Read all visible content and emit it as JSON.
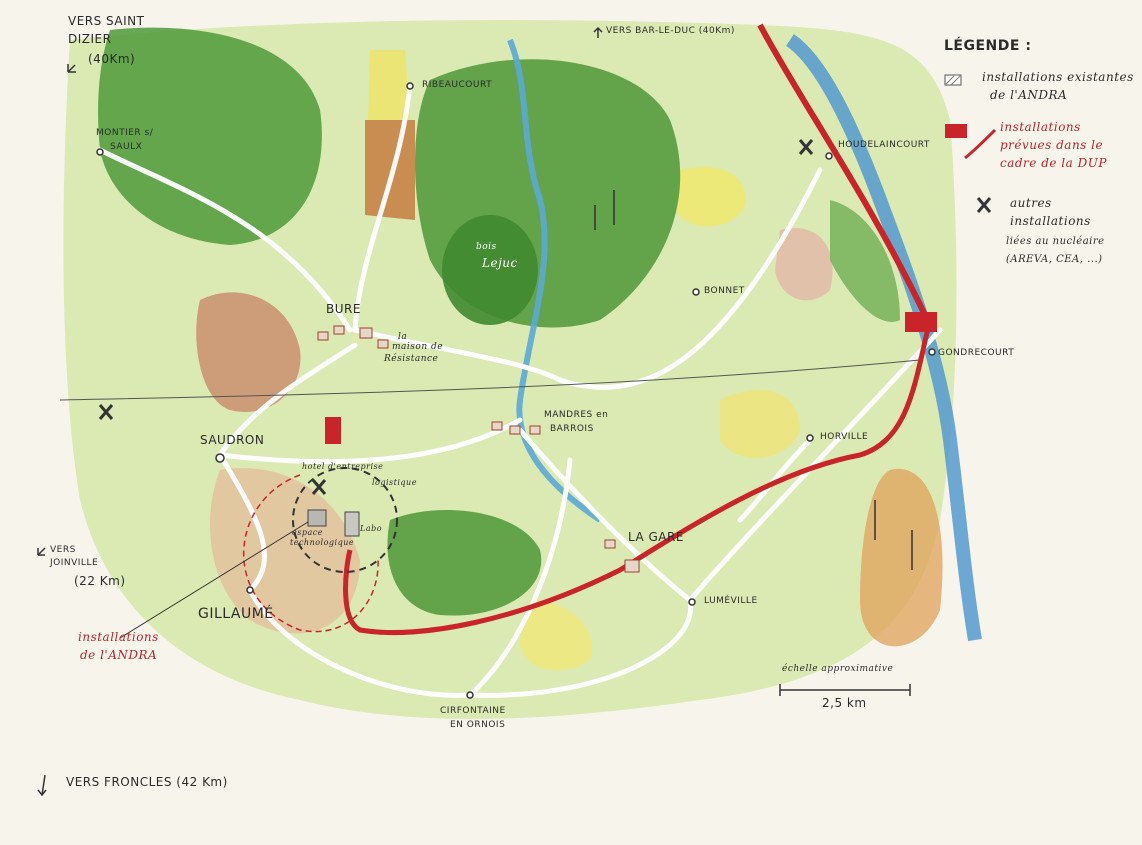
{
  "directions": {
    "saint_dizier_1": "VERS SAINT",
    "saint_dizier_2": "DIZIER",
    "saint_dizier_3": "(40Km)",
    "bar_le_duc": "VERS BAR-LE-DUC (40Km)",
    "joinville_1": "VERS",
    "joinville_2": "JOINVILLE",
    "joinville_3": "(22 Km)",
    "froncles": "VERS FRONCLES (42 Km)"
  },
  "places": {
    "montier_1": "MONTIER s/",
    "montier_2": "SAULX",
    "ribeaucourt": "RIBEAUCOURT",
    "houdelaincourt": "HOUDELAINCOURT",
    "bure": "BURE",
    "maison_1": "la",
    "maison_2": "maison de",
    "maison_3": "Résistance",
    "bois_1": "bois",
    "bois_2": "Lejuc",
    "bonnet": "BONNET",
    "gondrecourt": "GONDRECOURT",
    "mandres_1": "MANDRES en",
    "mandres_2": "BARROIS",
    "saudron": "SAUDRON",
    "horville": "HORVILLE",
    "hotel": "hotel d'entreprise",
    "logistique": "logistique",
    "espace_1": "espace",
    "espace_2": "technologique",
    "labo": "Labo",
    "la_gare": "LA GARE",
    "gillaume": "GILLAUMÉ",
    "lumeville": "LUMÉVILLE",
    "cirfontaine_1": "CIRFONTAINE",
    "cirfontaine_2": "EN ORNOIS",
    "andra_1": "installations",
    "andra_2": "de l'ANDRA"
  },
  "legend": {
    "title": "LÉGENDE :",
    "item1_l1": "installations existantes",
    "item1_l2": "de l'ANDRA",
    "item2_l1": "installations",
    "item2_l2": "prévues dans le",
    "item2_l3": "cadre de la DUP",
    "item3_l1": "autres",
    "item3_l2": "installations",
    "item3_l3": "liées au nucléaire",
    "item3_l4": "(AREVA, CEA, ...)"
  },
  "scale": {
    "title": "échelle approximative",
    "value": "2,5 km"
  },
  "colors": {
    "forest": "#4f9a3a",
    "meadow": "#cfe3a4",
    "road": "#ffffff",
    "river": "#5aa9d6",
    "railway": "#c8242a",
    "field_yellow": "#ece48a",
    "field_brown": "#c78d66"
  }
}
